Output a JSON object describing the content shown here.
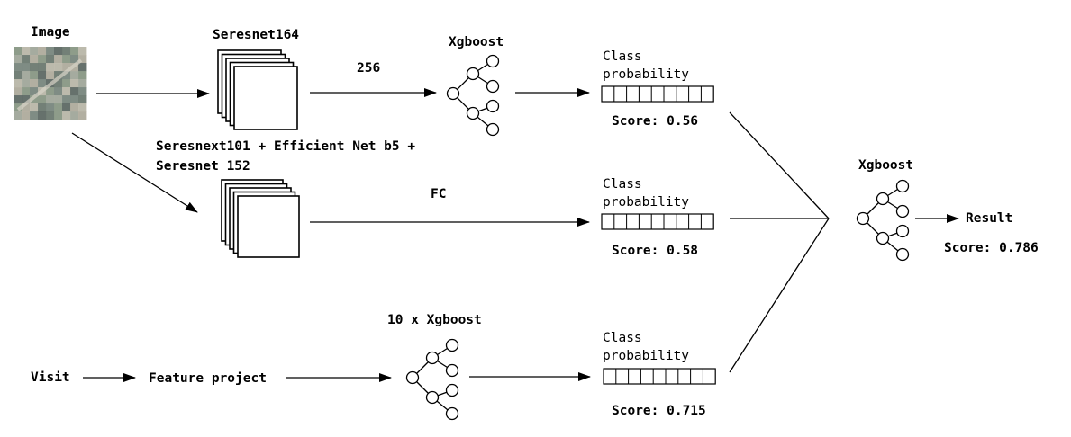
{
  "image_block": {
    "label": "Image",
    "thumb_colors": [
      "#8e9c8a",
      "#b8b3a4",
      "#6f7b73",
      "#a9aea2",
      "#5f6a66",
      "#c4bfb2",
      "#7d8a83"
    ]
  },
  "top_branch": {
    "model_label": "Seresnet164",
    "dim_label": "256",
    "xgb_label": "Xgboost",
    "prob_label_line1": "Class",
    "prob_label_line2": "probability",
    "score_label": "Score: 0.56"
  },
  "mid_branch": {
    "model_label_line1": "Seresnext101 + Efficient Net b5 +",
    "model_label_line2": "Seresnet 152",
    "fc_label": "FC",
    "prob_label_line1": "Class",
    "prob_label_line2": "probability",
    "score_label": "Score: 0.58"
  },
  "bottom_branch": {
    "visit_label": "Visit",
    "feature_label": "Feature project",
    "xgb_label": "10 x Xgboost",
    "prob_label_line1": "Class",
    "prob_label_line2": "probability",
    "score_label": "Score: 0.715"
  },
  "final": {
    "xgb_label": "Xgboost",
    "result_label": "Result",
    "score_label": "Score: 0.786"
  },
  "colors": {
    "stroke": "#000000",
    "fill": "#ffffff"
  }
}
